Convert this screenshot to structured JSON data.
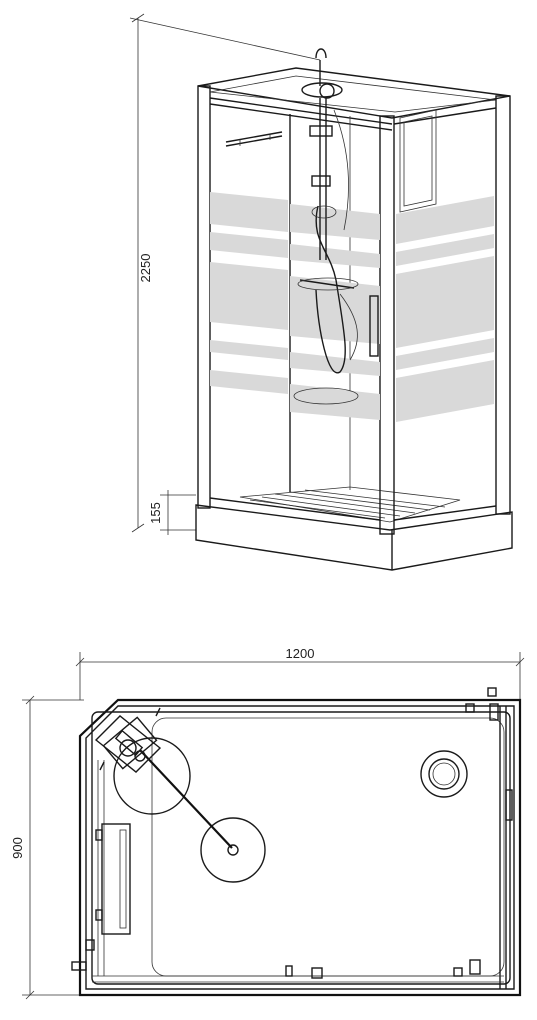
{
  "dimensions": {
    "height_total": "2250",
    "tray_height": "155",
    "width": "1200",
    "depth": "900"
  },
  "views": [
    "elevation-perspective",
    "plan-top"
  ]
}
